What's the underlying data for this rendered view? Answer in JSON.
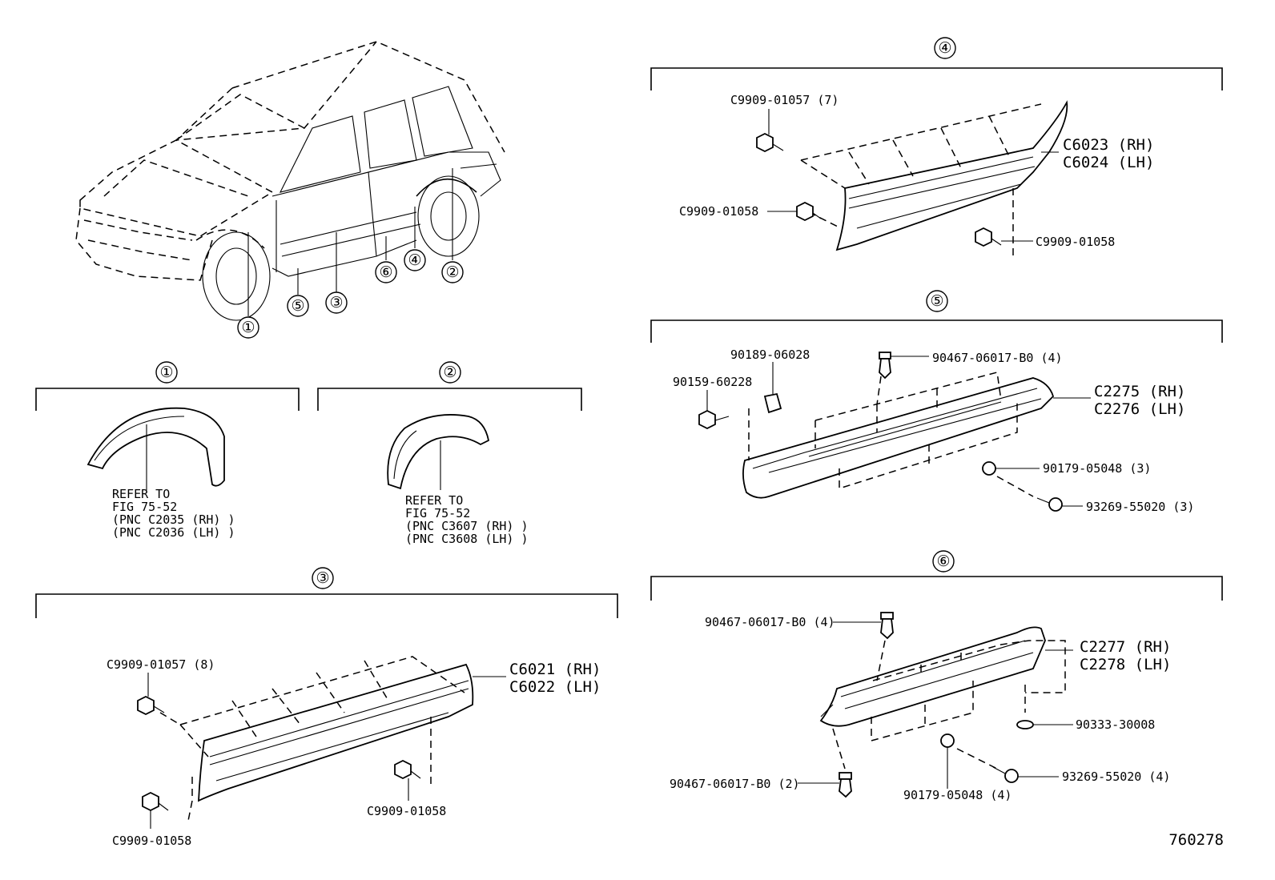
{
  "figure_id": "760278",
  "vehicle_callouts": [
    "①",
    "②",
    "③",
    "④",
    "⑤",
    "⑥"
  ],
  "section1": {
    "marker": "①",
    "note": [
      "REFER TO",
      "FIG 75-52",
      "(PNC C2035 (RH) )",
      "(PNC C2036 (LH) )"
    ]
  },
  "section2": {
    "marker": "②",
    "note": [
      "REFER TO",
      "FIG 75-52",
      "(PNC C3607 (RH) )",
      "(PNC C3608 (LH) )"
    ]
  },
  "section3": {
    "marker": "③",
    "parts": [
      "C9909-01057 (8)",
      "C9909-01058",
      "C9909-01058"
    ],
    "pnc": [
      "C6021 (RH)",
      "C6022 (LH)"
    ]
  },
  "section4": {
    "marker": "④",
    "parts": [
      "C9909-01057 (7)",
      "C9909-01058",
      "C9909-01058"
    ],
    "pnc": [
      "C6023 (RH)",
      "C6024 (LH)"
    ]
  },
  "section5": {
    "marker": "⑤",
    "parts": [
      "90189-06028",
      "90159-60228",
      "90467-06017-B0 (4)",
      "90179-05048 (3)",
      "93269-55020 (3)"
    ],
    "pnc": [
      "C2275 (RH)",
      "C2276 (LH)"
    ]
  },
  "section6": {
    "marker": "⑥",
    "parts": [
      "90467-06017-B0 (4)",
      "90333-30008",
      "90467-06017-B0 (2)",
      "90179-05048 (4)",
      "93269-55020 (4)"
    ],
    "pnc": [
      "C2277 (RH)",
      "C2278 (LH)"
    ]
  }
}
